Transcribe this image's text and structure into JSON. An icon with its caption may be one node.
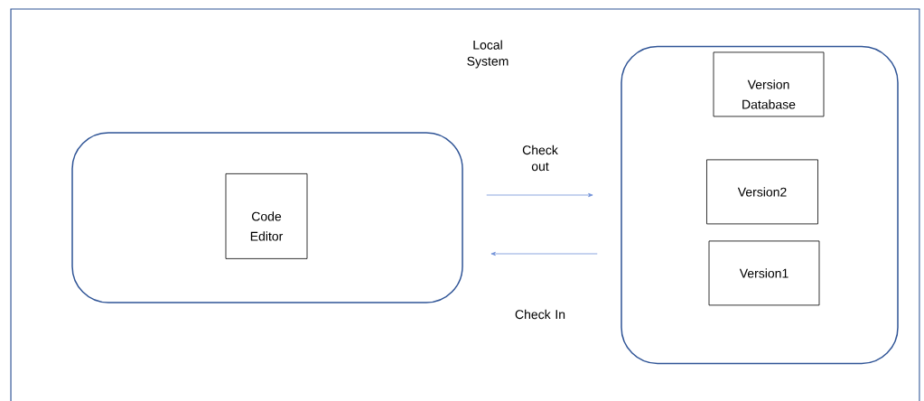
{
  "diagram": {
    "nodes": [
      {
        "text": [
          "Local System"
        ]
      },
      {
        "text": [],
        "shape": "box",
        "in": 0
      },
      {
        "text": [
          "Code Editor"
        ],
        "in": 1
      },
      {
        "text": [],
        "shape": "box",
        "in": 0
      },
      {
        "text": [
          "Version Database"
        ],
        "in": 3
      },
      {
        "text": [
          "Version2"
        ],
        "in": 3
      },
      {
        "text": [
          "Version1"
        ],
        "in": 3
      }
    ],
    "edges": [
      {
        "from": 1,
        "to": 3,
        "arrow": "to",
        "label": "Check out"
      },
      {
        "from": 3,
        "to": 1,
        "arrow": "to",
        "label": "Check In"
      }
    ]
  }
}
